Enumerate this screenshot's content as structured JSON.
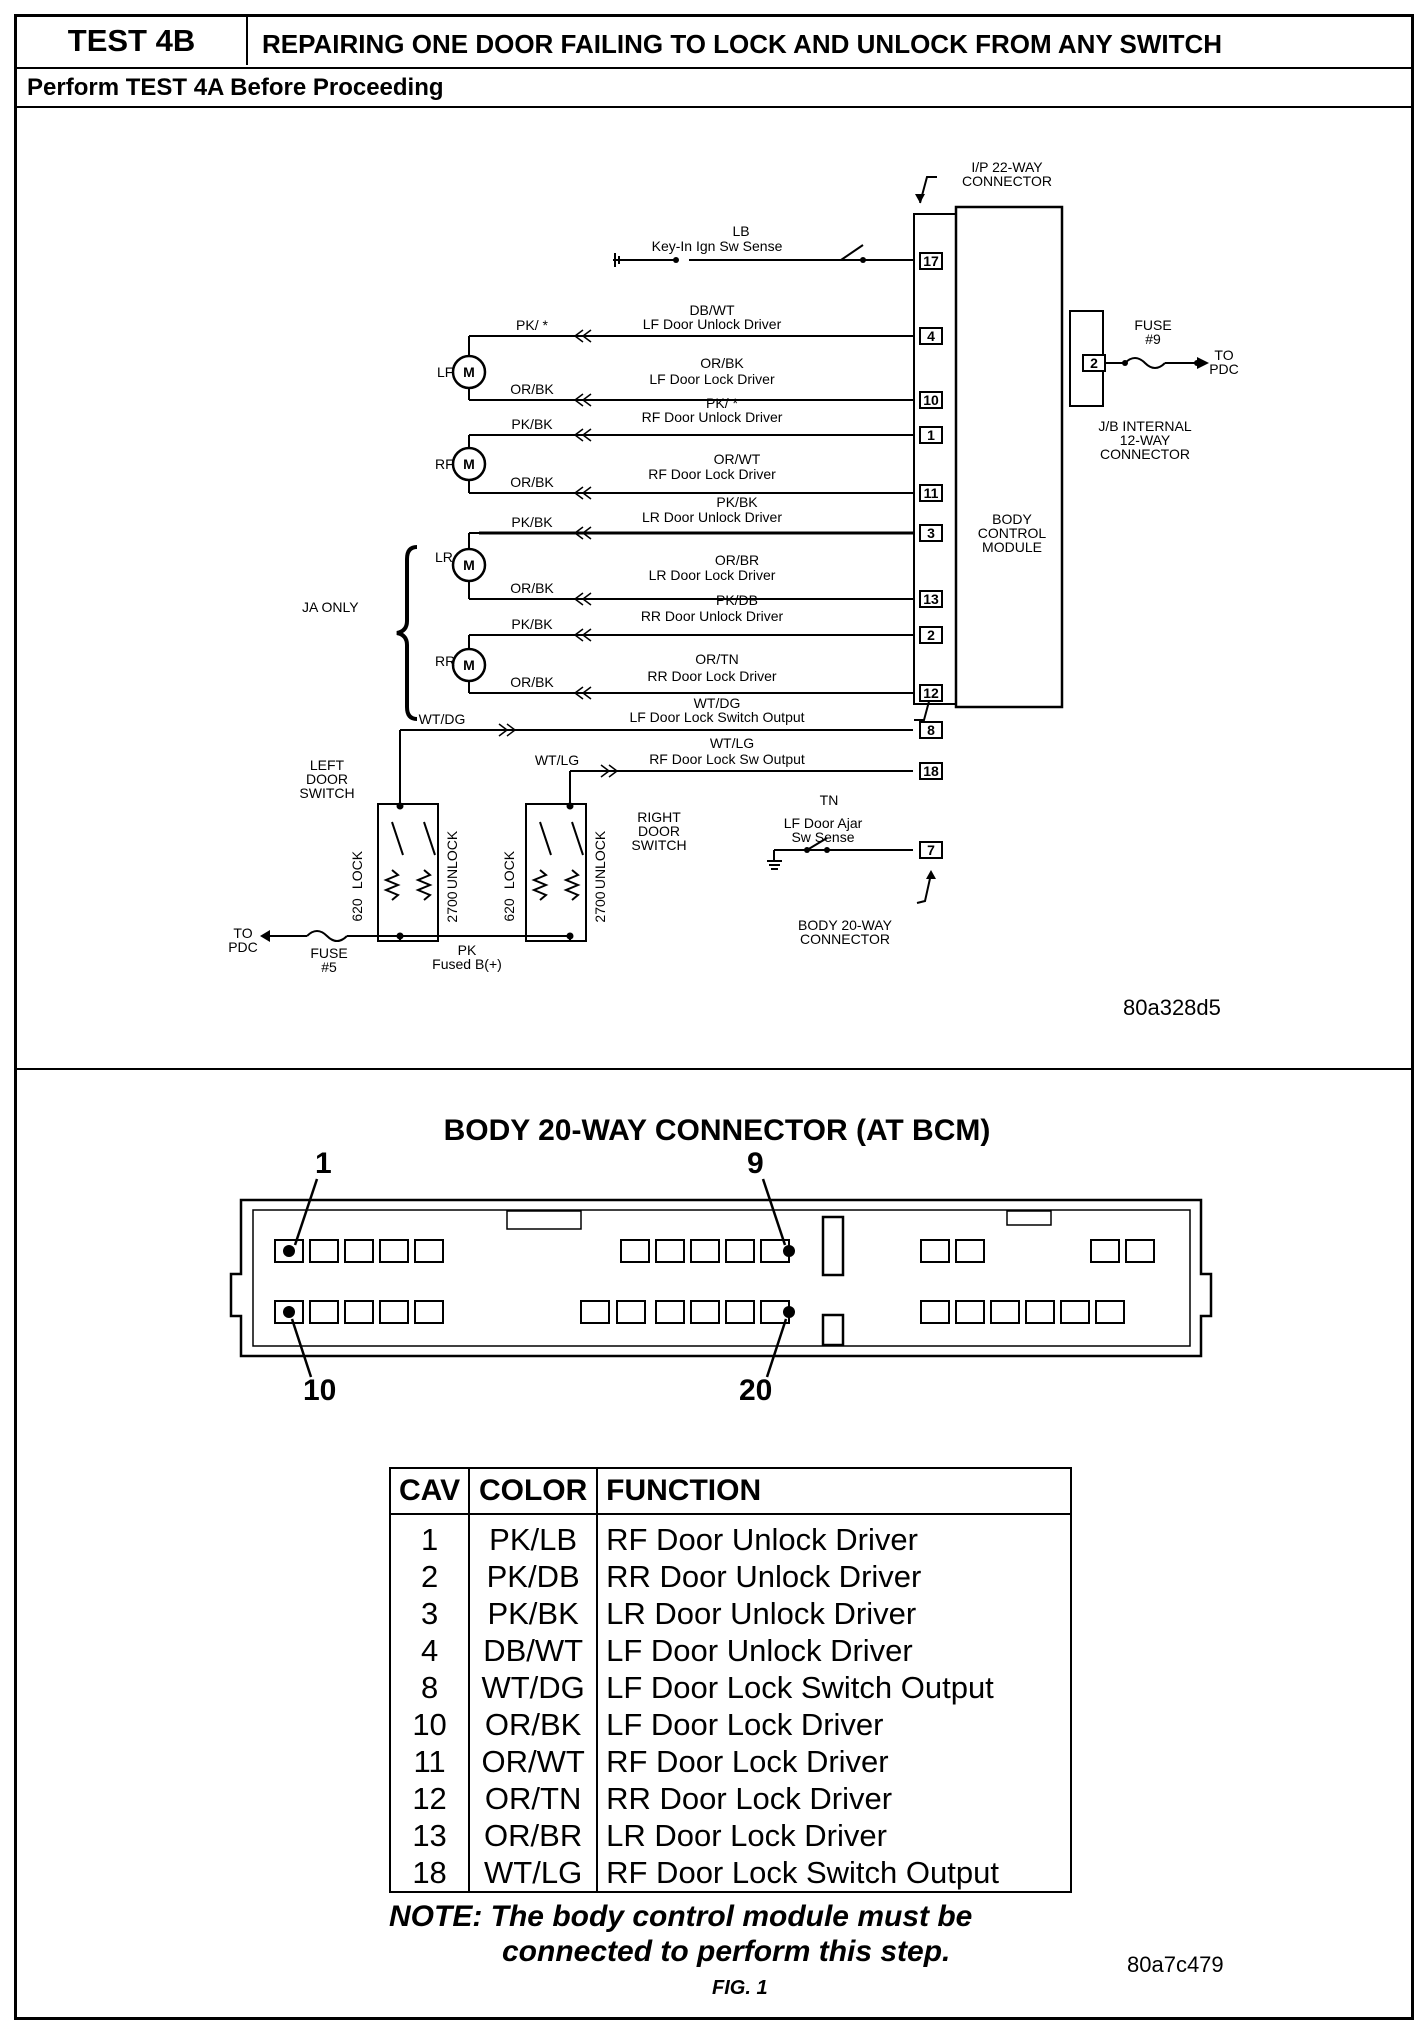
{
  "header": {
    "test_label": "TEST 4B",
    "title": "REPAIRING ONE DOOR FAILING TO LOCK AND UNLOCK FROM ANY SWITCH",
    "subtitle": "Perform TEST 4A Before Proceeding"
  },
  "schematic": {
    "ip_connector": "I/P 22-WAY\nCONNECTOR",
    "key_in_wire": "LB",
    "key_in_func": "Key-In Ign Sw Sense",
    "fuse9": "FUSE\n#9",
    "to_pdc_right": "TO\nPDC",
    "jb_connector": "J/B INTERNAL\n12-WAY\nCONNECTOR",
    "bcm": "BODY\nCONTROL\nMODULE",
    "ja_only": "JA ONLY",
    "motors": [
      "LF",
      "RF",
      "LR",
      "RR"
    ],
    "motor_symbol": "M",
    "circuits": [
      {
        "pin": "4",
        "color": "DB/WT",
        "func": "LF Door Unlock Driver",
        "left": "PK/ *"
      },
      {
        "pin": "10",
        "color": "OR/BK",
        "func": "LF Door Lock Driver",
        "left": "OR/BK"
      },
      {
        "pin": "1",
        "color": "PK/ *",
        "func": "RF Door Unlock Driver",
        "left": "PK/BK"
      },
      {
        "pin": "11",
        "color": "OR/WT",
        "func": "RF Door Lock Driver",
        "left": "OR/BK"
      },
      {
        "pin": "3",
        "color": "PK/BK",
        "func": "LR Door Unlock Driver",
        "left": "PK/BK"
      },
      {
        "pin": "13",
        "color": "OR/BR",
        "func": "LR Door Lock Driver",
        "left": "OR/BK"
      },
      {
        "pin": "2",
        "color": "PK/DB",
        "func": "RR Door Unlock Driver",
        "left": "PK/BK"
      },
      {
        "pin": "12",
        "color": "OR/TN",
        "func": "RR Door Lock Driver",
        "left": "OR/BK"
      },
      {
        "pin": "8",
        "color": "WT/DG",
        "func": "LF Door Lock Switch Output",
        "left": "WT/DG"
      },
      {
        "pin": "18",
        "color": "WT/LG",
        "func": "RF Door Lock Sw Output",
        "left": "WT/LG"
      }
    ],
    "pin17": "17",
    "pin7": "7",
    "pin2_jb": "2",
    "ajar_wire": "TN",
    "ajar_func": "LF Door Ajar\nSw Sense",
    "left_switch": "LEFT\nDOOR\nSWITCH",
    "right_switch": "RIGHT\nDOOR\nSWITCH",
    "lock": "LOCK",
    "unlock": "UNLOCK",
    "r620": "620",
    "r2700": "2700",
    "to_pdc_left": "TO\nPDC",
    "fuse5": "FUSE\n#5",
    "pk_fused": "PK\nFused B(+)",
    "body_connector": "BODY 20-WAY\nCONNECTOR",
    "code1": "80a328d5"
  },
  "connector": {
    "title": "BODY 20-WAY CONNECTOR (AT BCM)",
    "pin_labels": {
      "p1": "1",
      "p9": "9",
      "p10": "10",
      "p20": "20"
    }
  },
  "table": {
    "headers": [
      "CAV",
      "COLOR",
      "FUNCTION"
    ],
    "rows": [
      [
        "1",
        "PK/LB",
        "RF Door Unlock Driver"
      ],
      [
        "2",
        "PK/DB",
        "RR Door Unlock Driver"
      ],
      [
        "3",
        "PK/BK",
        "LR Door Unlock Driver"
      ],
      [
        "4",
        "DB/WT",
        "LF Door Unlock Driver"
      ],
      [
        "8",
        "WT/DG",
        "LF Door Lock Switch Output"
      ],
      [
        "10",
        "OR/BK",
        "LF Door Lock Driver"
      ],
      [
        "11",
        "OR/WT",
        "RF Door Lock Driver"
      ],
      [
        "12",
        "OR/TN",
        "RR Door Lock Driver"
      ],
      [
        "13",
        "OR/BR",
        "LR Door Lock Driver"
      ],
      [
        "18",
        "WT/LG",
        "RF Door Lock Switch Output"
      ]
    ]
  },
  "footer": {
    "note_line1": "NOTE: The body control module must be",
    "note_line2": "connected to perform this step.",
    "fig": "FIG. 1",
    "code2": "80a7c479"
  }
}
